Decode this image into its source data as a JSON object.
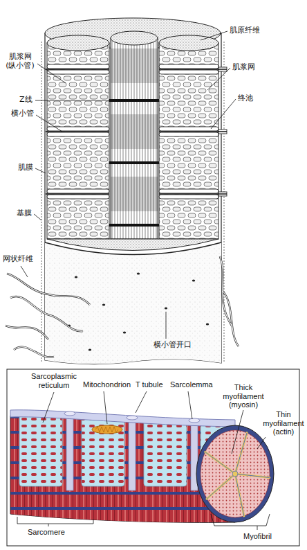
{
  "diagram": {
    "labels": [
      "肌原纤维",
      "肌浆网 (纵小管)",
      "肌浆网",
      "终池",
      "Z线",
      "横小管",
      "肌膜",
      "基膜",
      "网状纤维",
      "横小管开口",
      "Sarcoplasmic reticulum",
      "Mitochondrion",
      "T tubule",
      "Sarcolemma",
      "Thick myofilament (myosin)",
      "Thin myofilament (actin)",
      "Sarcomere",
      "Myofibril"
    ]
  }
}
